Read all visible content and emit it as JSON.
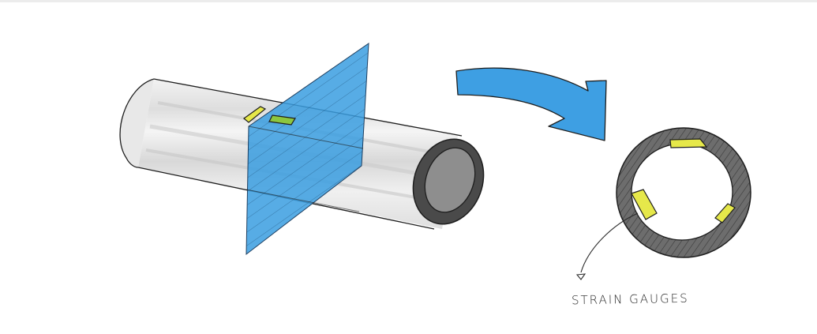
{
  "diagram": {
    "title": "Strain gauges on cylinder cross-section sketch",
    "labels": {
      "strain_gauges": "STRAIN GAUGES"
    },
    "colors": {
      "plane_blue": "#3a9de0",
      "arrow_blue": "#3e9fe3",
      "gauge_yellow": "#e6e84a",
      "gauge_green": "#8cc63f",
      "tube_gray": "#6b6b6b",
      "cylinder_fill": "#eeeeee",
      "outline": "#1e1e1e"
    },
    "elements": [
      "cylinder",
      "cutting-plane",
      "strain-gauges-on-cylinder",
      "transition-arrow",
      "cross-section-ring",
      "strain-gauges-in-section",
      "leader-line"
    ],
    "gauge_count_in_section": 3
  }
}
